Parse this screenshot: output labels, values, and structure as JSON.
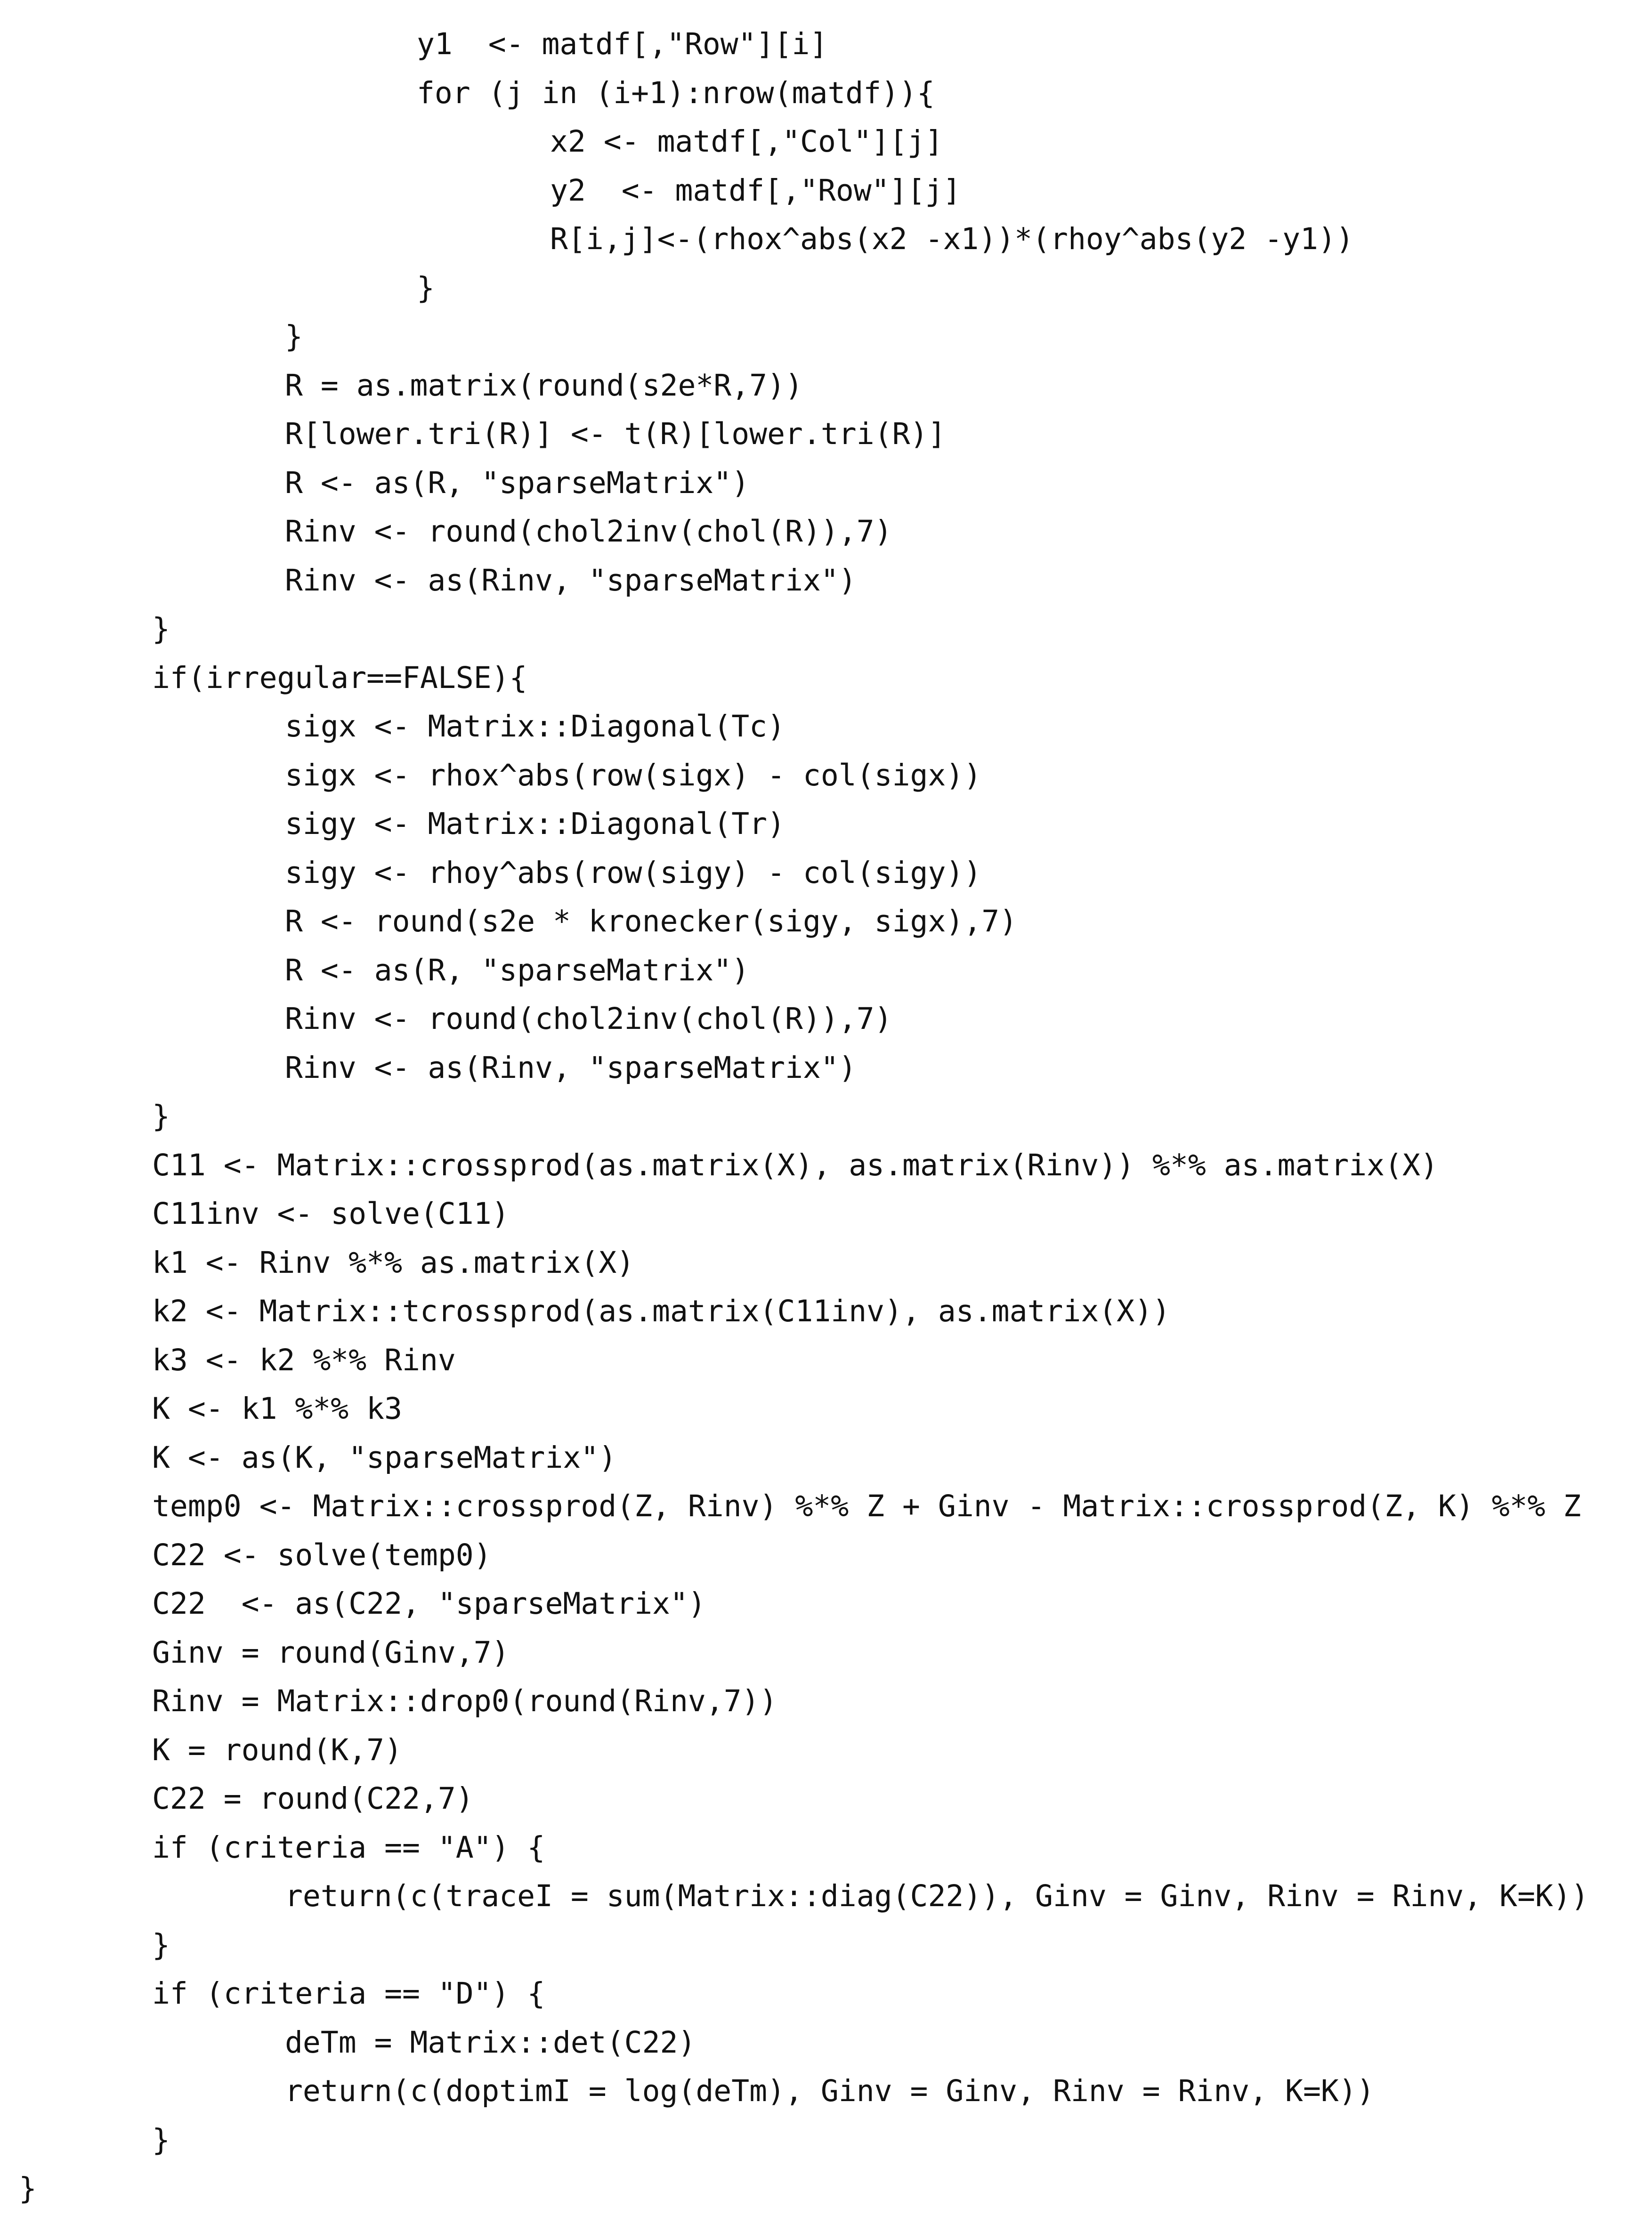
{
  "code_lines": [
    {
      "indent": "               ",
      "text": "y1  <- matdf[,\"Row\"][i]"
    },
    {
      "indent": "               ",
      "text": "for (j in (i+1):nrow(matdf)){"
    },
    {
      "indent": "                      ",
      "text": "x2 <- matdf[,\"Col\"][j]"
    },
    {
      "indent": "                      ",
      "text": "y2  <- matdf[,\"Row\"][j]"
    },
    {
      "indent": "                      ",
      "text": "R[i,j]<-(rhox^abs(x2 -x1))*(rhoy^abs(y2 -y1))"
    },
    {
      "indent": "               ",
      "text": "}"
    },
    {
      "indent": "        ",
      "text": "}"
    },
    {
      "indent": "        ",
      "text": "R = as.matrix(round(s2e*R,7))"
    },
    {
      "indent": "        ",
      "text": "R[lower.tri(R)] <- t(R)[lower.tri(R)]"
    },
    {
      "indent": "        ",
      "text": "R <- as(R, \"sparseMatrix\")"
    },
    {
      "indent": "        ",
      "text": "Rinv <- round(chol2inv(chol(R)),7)"
    },
    {
      "indent": "        ",
      "text": "Rinv <- as(Rinv, \"sparseMatrix\")"
    },
    {
      "indent": "       ",
      "text": "}"
    },
    {
      "indent": "       ",
      "text": "if(irregular==FALSE){"
    },
    {
      "indent": "        ",
      "text": "sigx <- Matrix::Diagonal(Tc)"
    },
    {
      "indent": "        ",
      "text": "sigx <- rhox^abs(row(sigx) - col(sigx))"
    },
    {
      "indent": "        ",
      "text": "sigy <- Matrix::Diagonal(Tr)"
    },
    {
      "indent": "        ",
      "text": "sigy <- rhoy^abs(row(sigy) - col(sigy))"
    },
    {
      "indent": "        ",
      "text": "R <- round(s2e * kronecker(sigy, sigx),7)"
    },
    {
      "indent": "        ",
      "text": "R <- as(R, \"sparseMatrix\")"
    },
    {
      "indent": "        ",
      "text": "Rinv <- round(chol2inv(chol(R)),7)"
    },
    {
      "indent": "        ",
      "text": "Rinv <- as(Rinv, \"sparseMatrix\")"
    },
    {
      "indent": "       ",
      "text": "}"
    },
    {
      "indent": "       ",
      "text": "C11 <- Matrix::crossprod(as.matrix(X), as.matrix(Rinv)) %*% as.matrix(X)"
    },
    {
      "indent": "       ",
      "text": "C11inv <- solve(C11)"
    },
    {
      "indent": "       ",
      "text": "k1 <- Rinv %*% as.matrix(X)"
    },
    {
      "indent": "       ",
      "text": "k2 <- Matrix::tcrossprod(as.matrix(C11inv), as.matrix(X))"
    },
    {
      "indent": "       ",
      "text": "k3 <- k2 %*% Rinv"
    },
    {
      "indent": "       ",
      "text": "K <- k1 %*% k3"
    },
    {
      "indent": "       ",
      "text": "K <- as(K, \"sparseMatrix\")"
    },
    {
      "indent": "       ",
      "text": "temp0 <- Matrix::crossprod(Z, Rinv) %*% Z + Ginv - Matrix::crossprod(Z, K) %*% Z"
    },
    {
      "indent": "       ",
      "text": "C22 <- solve(temp0)"
    },
    {
      "indent": "       ",
      "text": "C22  <- as(C22, \"sparseMatrix\")"
    },
    {
      "indent": "       ",
      "text": "Ginv = round(Ginv,7)"
    },
    {
      "indent": "       ",
      "text": "Rinv = Matrix::drop0(round(Rinv,7))"
    },
    {
      "indent": "       ",
      "text": "K = round(K,7)"
    },
    {
      "indent": "       ",
      "text": "C22 = round(C22,7)"
    },
    {
      "indent": "       ",
      "text": "if (criteria == \"A\") {"
    },
    {
      "indent": "        ",
      "text": "return(c(traceI = sum(Matrix::diag(C22)), Ginv = Ginv, Rinv = Rinv, K=K))"
    },
    {
      "indent": "       ",
      "text": "}"
    },
    {
      "indent": "       ",
      "text": "if (criteria == \"D\") {"
    },
    {
      "indent": "        ",
      "text": "deTm = Matrix::det(C22)"
    },
    {
      "indent": "        ",
      "text": "return(c(doptimI = log(deTm), Ginv = Ginv, Rinv = Rinv, K=K))"
    },
    {
      "indent": "       ",
      "text": "}"
    },
    {
      "indent": "",
      "text": "}"
    }
  ]
}
